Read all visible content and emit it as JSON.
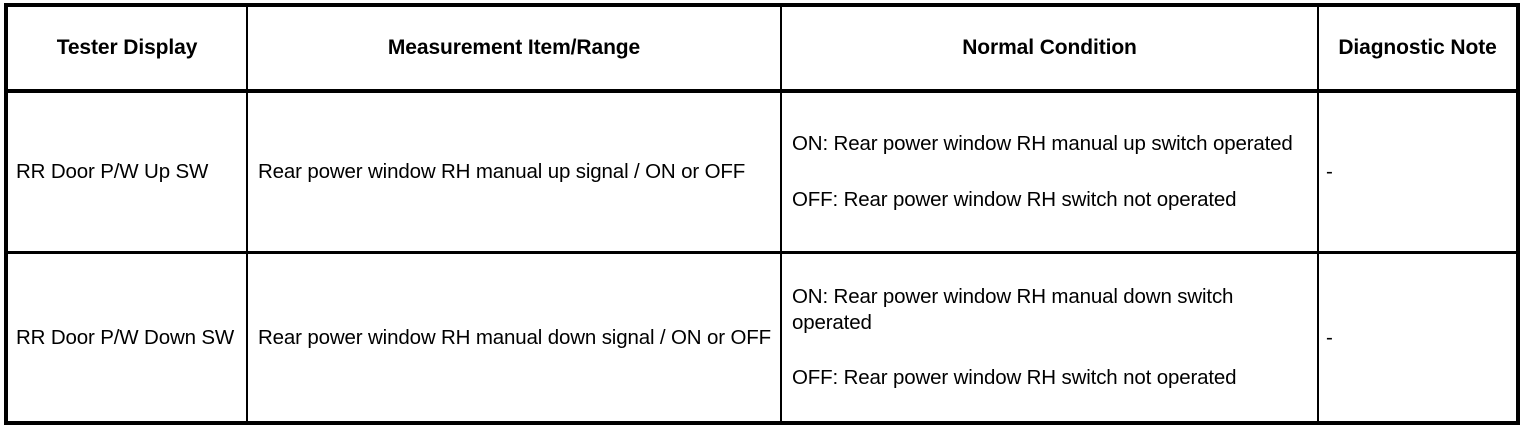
{
  "table": {
    "columns": [
      {
        "key": "tester_display",
        "label": "Tester Display"
      },
      {
        "key": "measurement_item_range",
        "label": "Measurement Item/Range"
      },
      {
        "key": "normal_condition",
        "label": "Normal Condition"
      },
      {
        "key": "diagnostic_note",
        "label": "Diagnostic Note"
      }
    ],
    "rows": [
      {
        "tester_display": "RR Door P/W Up SW",
        "measurement_item_range": "Rear power window RH manual up signal / ON or OFF",
        "normal_condition_on": "ON: Rear power window RH manual up switch operated",
        "normal_condition_off": "OFF: Rear power window RH switch not operated",
        "diagnostic_note": "-"
      },
      {
        "tester_display": "RR Door P/W Down SW",
        "measurement_item_range": "Rear power window RH manual down signal / ON or OFF",
        "normal_condition_on": "ON: Rear power window RH manual down switch operated",
        "normal_condition_off": "OFF: Rear power window RH switch not operated",
        "diagnostic_note": "-"
      }
    ]
  },
  "style": {
    "border_color": "#000000",
    "background_color": "#ffffff",
    "text_color": "#000000"
  }
}
